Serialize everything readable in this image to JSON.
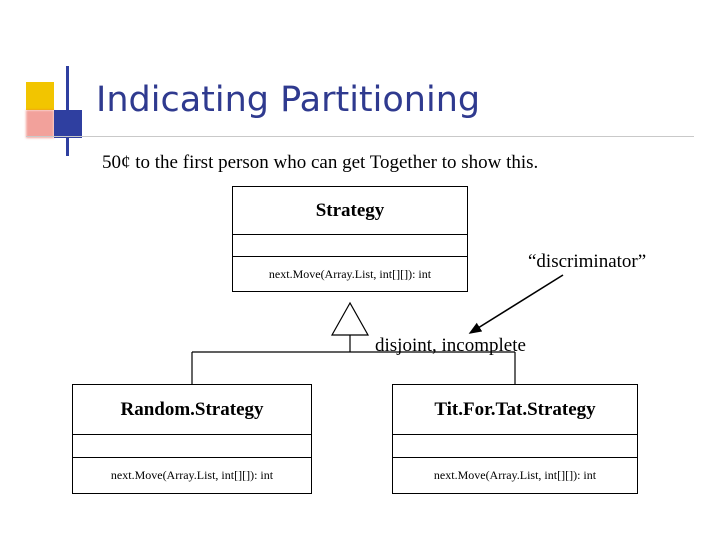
{
  "slide": {
    "title": "Indicating Partitioning",
    "subtitle": "50¢ to the first person who can get Together to show this."
  },
  "diagram": {
    "type": "uml-class-generalization",
    "classes": [
      {
        "id": "strategy",
        "name": "Strategy",
        "attributes": "",
        "operations": "next.Move(Array.List, int[][]): int"
      },
      {
        "id": "random-strategy",
        "name": "Random.Strategy",
        "attributes": "",
        "operations": "next.Move(Array.List, int[][]): int"
      },
      {
        "id": "titfortat-strategy",
        "name": "Tit.For.Tat.Strategy",
        "attributes": "",
        "operations": "next.Move(Array.List, int[][]): int"
      }
    ],
    "annotations": [
      {
        "id": "discriminator",
        "text": "“discriminator”"
      },
      {
        "id": "constraint",
        "text": "disjoint, incomplete"
      }
    ]
  },
  "colors": {
    "title": "#2f3a8f",
    "deco_yellow": "#f2c500",
    "deco_red": "#e8564a",
    "deco_blue": "#2f3fa0",
    "line": "#000000",
    "background": "#ffffff"
  }
}
